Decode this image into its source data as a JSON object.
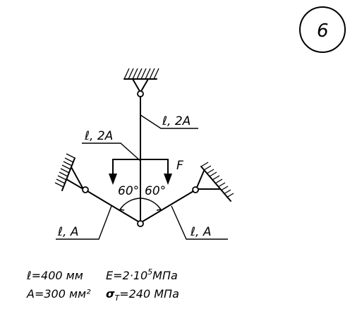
{
  "problem_number": "6",
  "labels": {
    "vertical_rod": "ℓ, 2A",
    "center_rod": "ℓ, 2A",
    "left_rod": "ℓ, A",
    "right_rod": "ℓ, A",
    "force": "F",
    "angle_left": "60°",
    "angle_right": "60°"
  },
  "given": {
    "length": {
      "symbol": "ℓ",
      "value": "=400 мм"
    },
    "area": {
      "symbol": "A",
      "value": "=300 мм²"
    },
    "modulus": {
      "prefix": "E=2·10",
      "exponent": "5",
      "unit": "МПа"
    },
    "yield": {
      "symbol": "σ",
      "subscript": "T",
      "value": "=240 МПа"
    }
  }
}
